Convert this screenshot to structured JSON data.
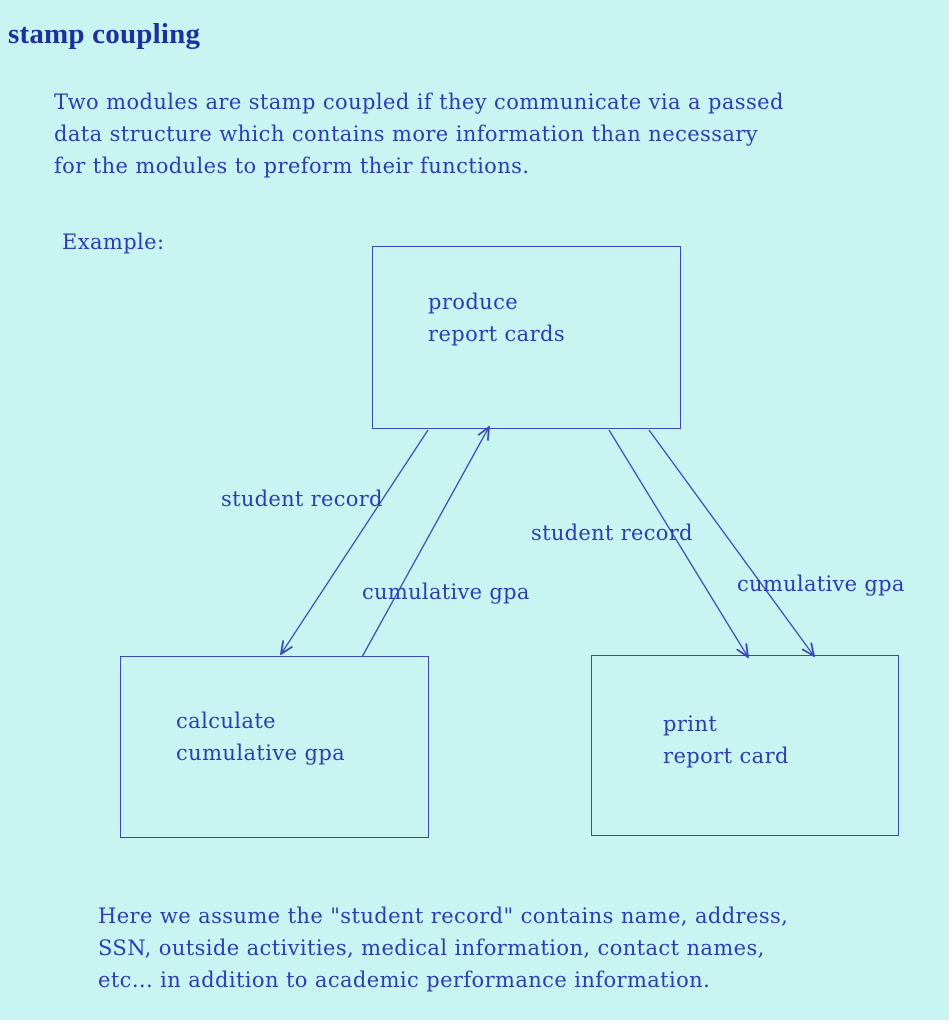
{
  "title": "stamp coupling",
  "intro": {
    "lines": [
      "Two modules are stamp coupled if they communicate via a passed",
      "data structure which contains more information than necessary",
      "for the modules to preform their functions."
    ]
  },
  "example_label": "Example:",
  "diagram": {
    "nodes": {
      "produce": {
        "lines": [
          "produce",
          "report cards"
        ]
      },
      "calculate": {
        "lines": [
          "calculate",
          "cumulative gpa"
        ]
      },
      "print": {
        "lines": [
          "print",
          "report card"
        ]
      }
    },
    "edges": {
      "produce_to_calculate": "student record",
      "calculate_to_produce": "cumulative gpa",
      "produce_to_print_record": "student record",
      "produce_to_print_gpa": "cumulative gpa"
    },
    "colors": {
      "background": "#c8f4f2",
      "ink": "#2e3cb0"
    }
  },
  "note": {
    "lines": [
      "Here we assume the \"student record\" contains name, address,",
      "SSN, outside activities, medical information, contact names,",
      "etc... in addition to academic performance information."
    ]
  }
}
